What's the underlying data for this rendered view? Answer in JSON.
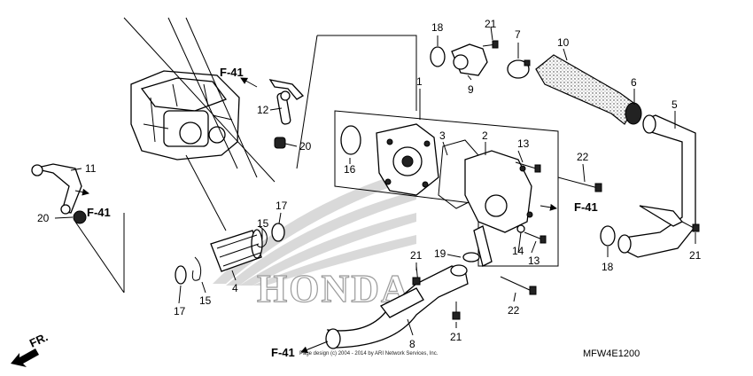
{
  "reference_codes": {
    "f41": "F-41"
  },
  "callouts": {
    "c1": "1",
    "c2": "2",
    "c3": "3",
    "c4": "4",
    "c5": "5",
    "c6": "6",
    "c7": "7",
    "c8": "8",
    "c9": "9",
    "c10": "10",
    "c11": "11",
    "c12": "12",
    "c13a": "13",
    "c13b": "13",
    "c14": "14",
    "c15a": "15",
    "c15b": "15",
    "c16": "16",
    "c17a": "17",
    "c17b": "17",
    "c18a": "18",
    "c18b": "18",
    "c19": "19",
    "c20a": "20",
    "c20b": "20",
    "c21a": "21",
    "c21b": "21",
    "c21c": "21",
    "c21d": "21",
    "c22a": "22",
    "c22b": "22"
  },
  "watermark": {
    "brand": "HONDA",
    "copyright": "Page design (c) 2004 - 2014 by ARI Network Services, Inc."
  },
  "diagram_code": "MFW4E1200",
  "direction_label": "FR.",
  "colors": {
    "ink": "#000000",
    "watermark": "#9a9a9a"
  }
}
